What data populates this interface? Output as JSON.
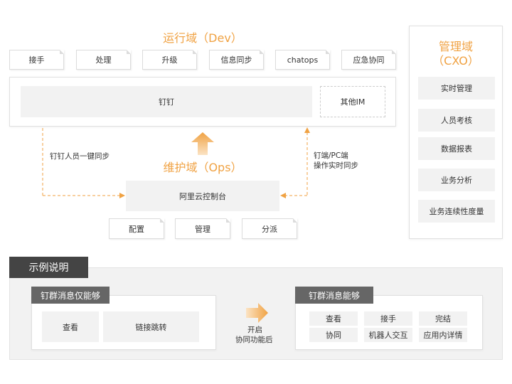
{
  "dev": {
    "title": "运行域（Dev）",
    "tags": [
      "接手",
      "处理",
      "升级",
      "信息同步",
      "chatops",
      "应急协同"
    ]
  },
  "dingtalk": {
    "label": "钉钉",
    "other_im": "其他IM"
  },
  "ops": {
    "title": "维护域（Ops）",
    "console": "阿里云控制台",
    "tags": [
      "配置",
      "管理",
      "分派"
    ]
  },
  "sync": {
    "left": "钉钉人员一键同步",
    "right_line1": "钉端/PC端",
    "right_line2": "操作实时同步"
  },
  "cxo": {
    "title_line1": "管理域",
    "title_line2": "（CXO）",
    "items": [
      "实时管理",
      "人员考核",
      "数据报表",
      "业务分析",
      "业务连续性度量"
    ]
  },
  "example": {
    "title": "示例说明",
    "left_header": "钉群消息仅能够",
    "left_items": [
      "查看",
      "链接跳转"
    ],
    "middle_line1": "开启",
    "middle_line2": "协同功能后",
    "right_header": "钉群消息能够",
    "right_items": [
      "查看",
      "接手",
      "完结",
      "协同",
      "机器人交互",
      "应用内详情"
    ]
  },
  "colors": {
    "accent_orange": "#f0a243",
    "dashed_orange": "#f0a243",
    "grey_fill": "#f2f2f2",
    "dark_tab": "#444444"
  }
}
